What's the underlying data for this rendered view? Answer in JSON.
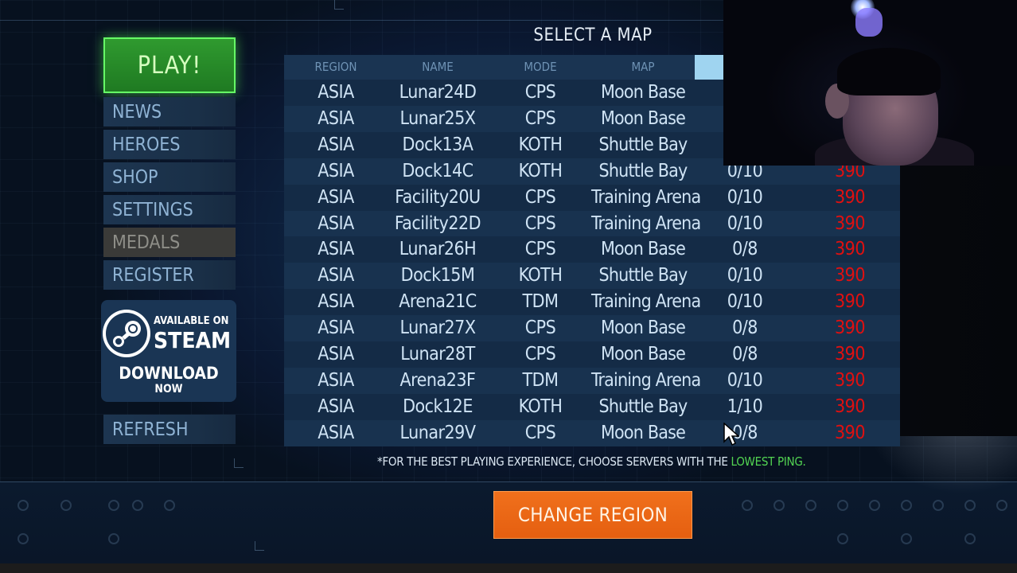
{
  "sidebar": {
    "play_label": "PLAY!",
    "items": [
      {
        "label": "NEWS"
      },
      {
        "label": "HEROES"
      },
      {
        "label": "SHOP"
      },
      {
        "label": "SETTINGS"
      },
      {
        "label": "MEDALS"
      },
      {
        "label": "REGISTER"
      }
    ],
    "refresh_label": "REFRESH"
  },
  "steam": {
    "available_on": "AVAILABLE ON",
    "steam": "STEAM",
    "download": "DOWNLOAD",
    "now": "NOW"
  },
  "map_table": {
    "title": "SELECT A MAP",
    "headers": [
      "REGION",
      "NAME",
      "MODE",
      "MAP"
    ],
    "rows": [
      {
        "region": "ASIA",
        "name": "Lunar24D",
        "mode": "CPS",
        "map": "Moon Base",
        "players": "",
        "ping": ""
      },
      {
        "region": "ASIA",
        "name": "Lunar25X",
        "mode": "CPS",
        "map": "Moon Base",
        "players": "",
        "ping": ""
      },
      {
        "region": "ASIA",
        "name": "Dock13A",
        "mode": "KOTH",
        "map": "Shuttle Bay",
        "players": "",
        "ping": ""
      },
      {
        "region": "ASIA",
        "name": "Dock14C",
        "mode": "KOTH",
        "map": "Shuttle Bay",
        "players": "0/10",
        "ping": "390"
      },
      {
        "region": "ASIA",
        "name": "Facility20U",
        "mode": "CPS",
        "map": "Training Arena",
        "players": "0/10",
        "ping": "390"
      },
      {
        "region": "ASIA",
        "name": "Facility22D",
        "mode": "CPS",
        "map": "Training Arena",
        "players": "0/10",
        "ping": "390"
      },
      {
        "region": "ASIA",
        "name": "Lunar26H",
        "mode": "CPS",
        "map": "Moon Base",
        "players": "0/8",
        "ping": "390"
      },
      {
        "region": "ASIA",
        "name": "Dock15M",
        "mode": "KOTH",
        "map": "Shuttle Bay",
        "players": "0/10",
        "ping": "390"
      },
      {
        "region": "ASIA",
        "name": "Arena21C",
        "mode": "TDM",
        "map": "Training Arena",
        "players": "0/10",
        "ping": "390"
      },
      {
        "region": "ASIA",
        "name": "Lunar27X",
        "mode": "CPS",
        "map": "Moon Base",
        "players": "0/8",
        "ping": "390"
      },
      {
        "region": "ASIA",
        "name": "Lunar28T",
        "mode": "CPS",
        "map": "Moon Base",
        "players": "0/8",
        "ping": "390"
      },
      {
        "region": "ASIA",
        "name": "Arena23F",
        "mode": "TDM",
        "map": "Training Arena",
        "players": "0/10",
        "ping": "390"
      },
      {
        "region": "ASIA",
        "name": "Dock12E",
        "mode": "KOTH",
        "map": "Shuttle Bay",
        "players": "1/10",
        "ping": "390"
      },
      {
        "region": "ASIA",
        "name": "Lunar29V",
        "mode": "CPS",
        "map": "Moon Base",
        "players": "0/8",
        "ping": "390"
      }
    ]
  },
  "note": {
    "prefix": "*FOR THE BEST PLAYING EXPERIENCE, CHOOSE SERVERS WITH THE ",
    "highlight": "LOWEST PING",
    "suffix": "."
  },
  "change_region_label": "CHANGE REGION",
  "colors": {
    "play_green": "#2f9a2f",
    "ping_red": "#e01010",
    "change_region_orange": "#f0701c",
    "highlight_green": "#52d452"
  }
}
